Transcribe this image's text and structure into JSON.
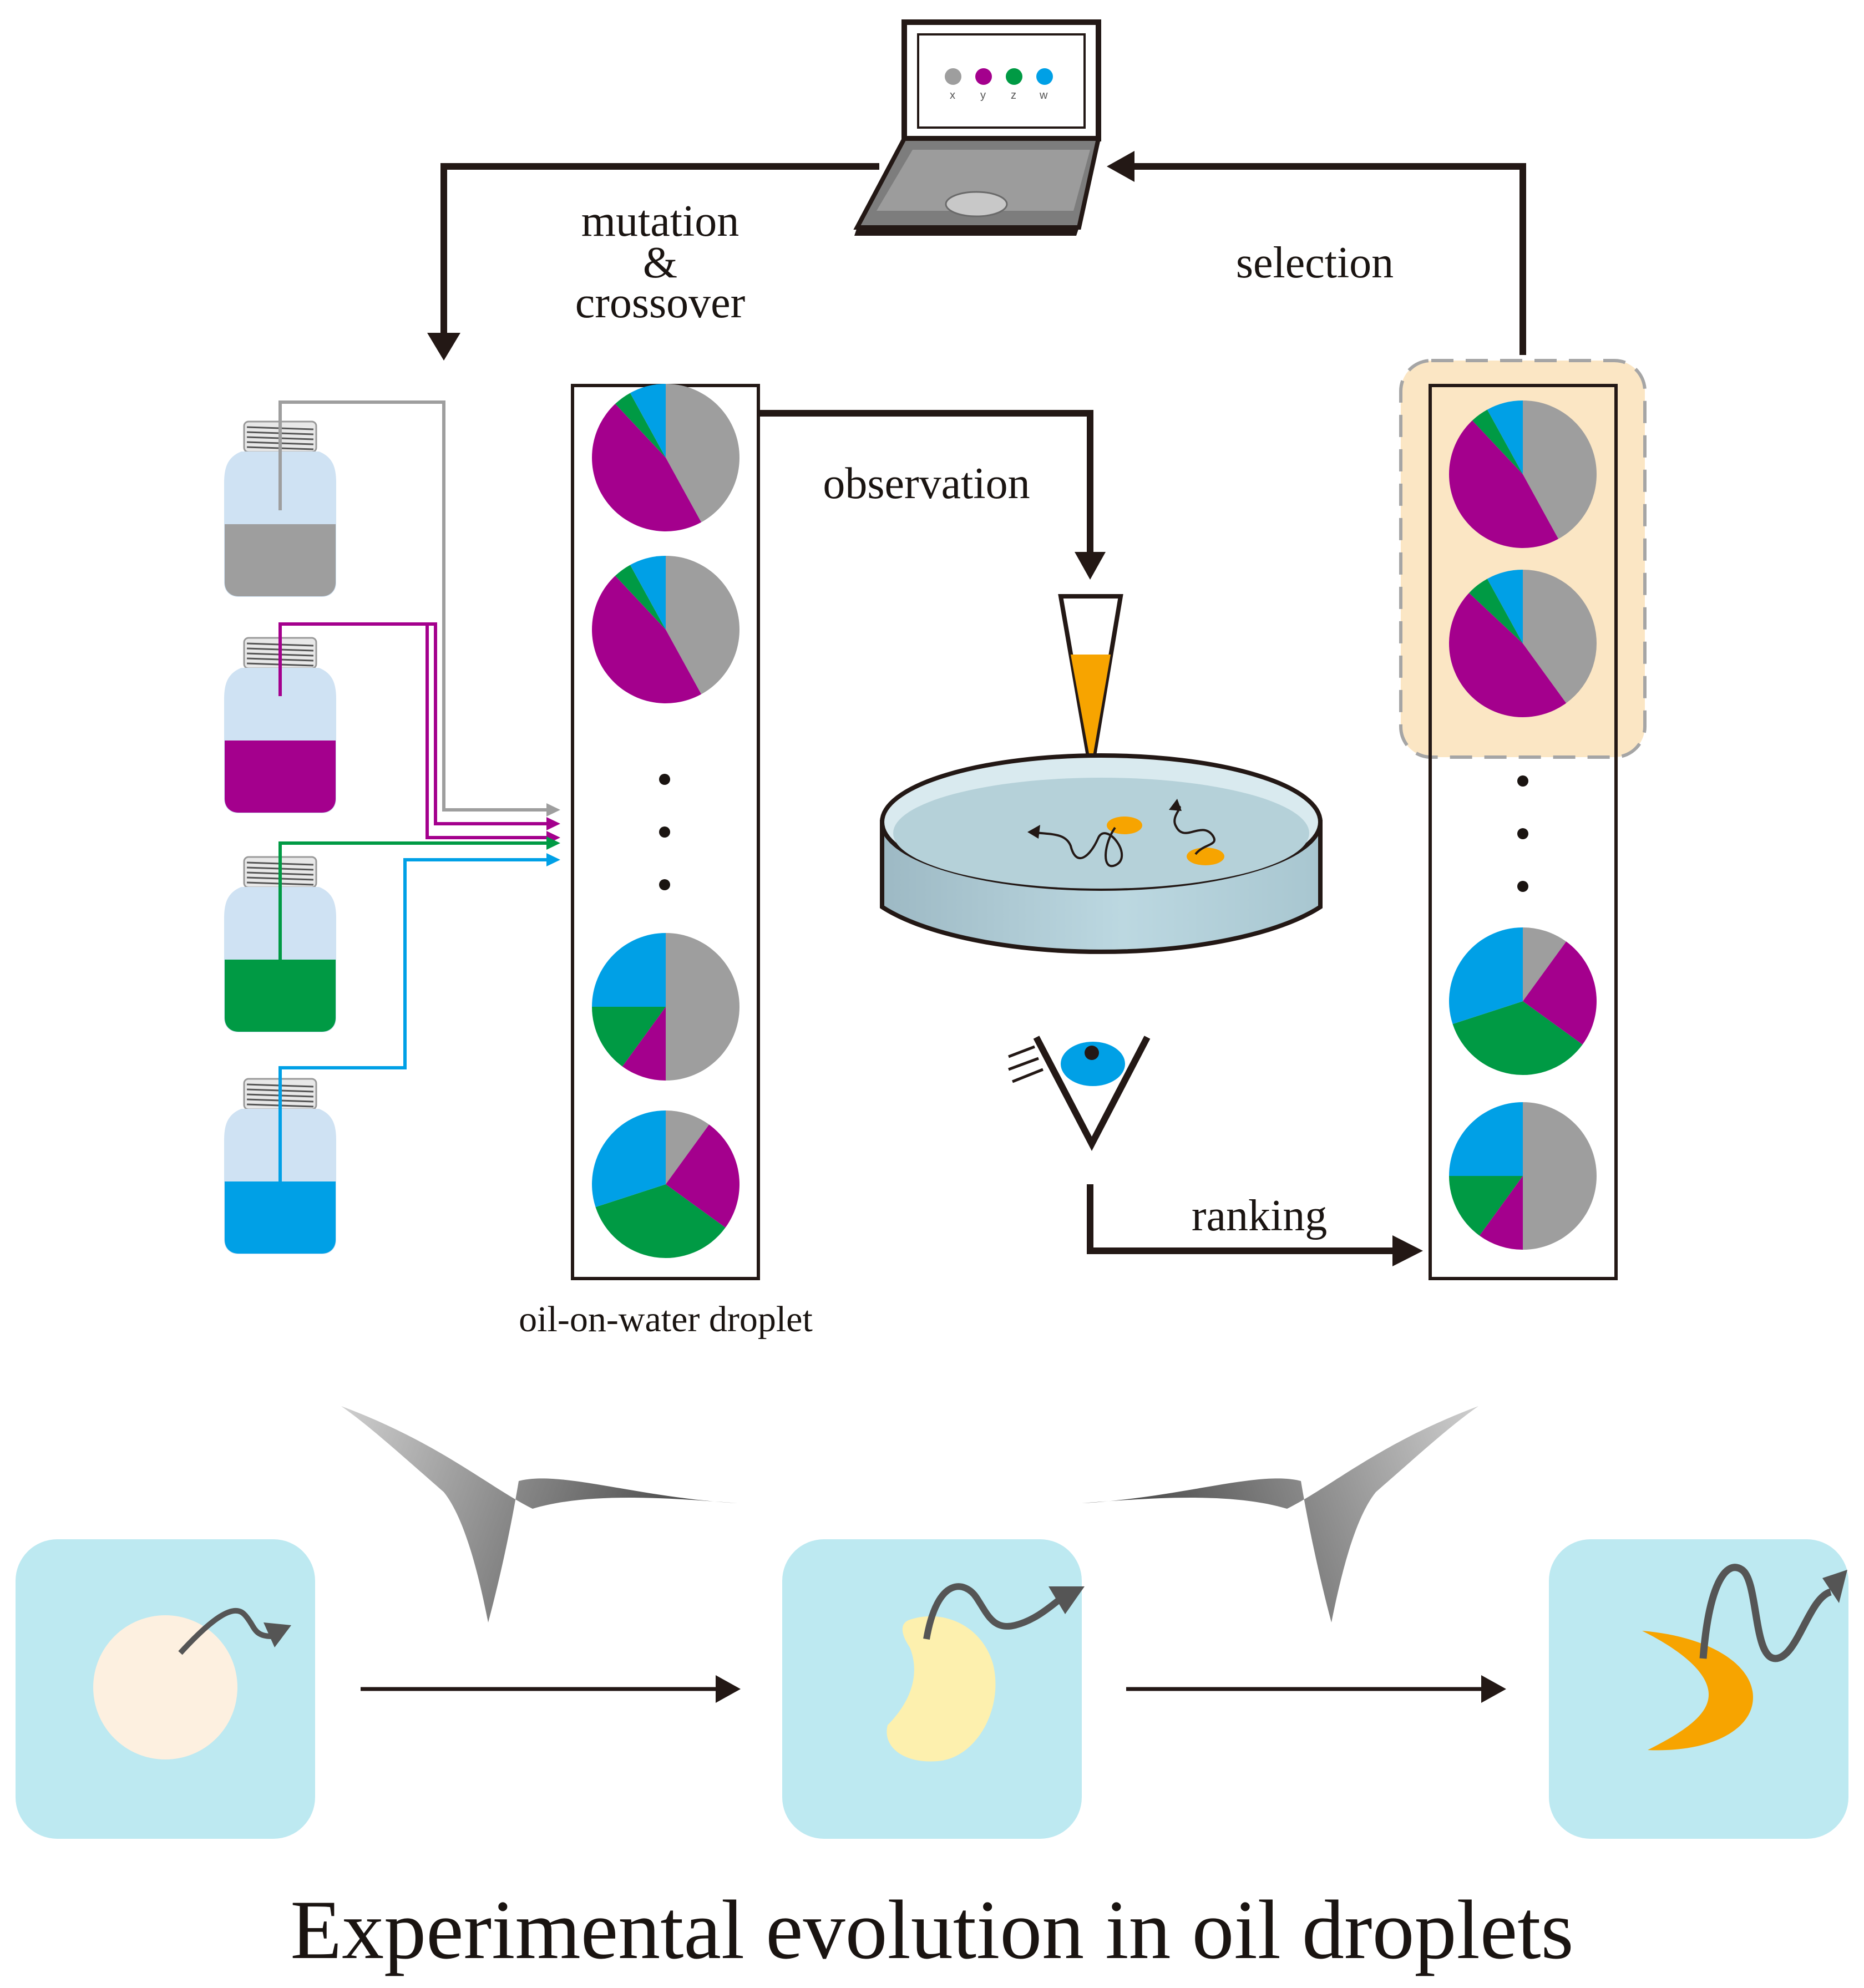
{
  "labels": {
    "mutation": "mutation",
    "ampersand": "&",
    "crossover": "crossover",
    "selection": "selection",
    "observation": "observation",
    "ranking": "ranking",
    "droplet_caption": "oil-on-water droplet"
  },
  "title": "Experimental evolution in oil droplets",
  "laptop_legend": [
    "x",
    "y",
    "z",
    "w"
  ],
  "colors": {
    "x": "#9e9e9e",
    "y": "#a4008d",
    "z": "#009a44",
    "w": "#00a0e6",
    "arrow": "#231815",
    "highlight": "#fbe6c4",
    "tile": "#bde9f1",
    "orange": "#f7a400"
  },
  "bottles": [
    "x",
    "y",
    "z",
    "w"
  ],
  "left_column_pies": [
    [
      0.42,
      0.46,
      0.04,
      0.08
    ],
    [
      0.42,
      0.46,
      0.04,
      0.08
    ],
    [
      0.5,
      0.1,
      0.15,
      0.25
    ],
    [
      0.1,
      0.25,
      0.35,
      0.3
    ]
  ],
  "right_column_pies": [
    [
      0.42,
      0.46,
      0.04,
      0.08
    ],
    [
      0.4,
      0.47,
      0.05,
      0.08
    ],
    [
      0.1,
      0.25,
      0.35,
      0.3
    ],
    [
      0.5,
      0.1,
      0.15,
      0.25
    ]
  ],
  "component_order": [
    "x",
    "y",
    "z",
    "w"
  ]
}
